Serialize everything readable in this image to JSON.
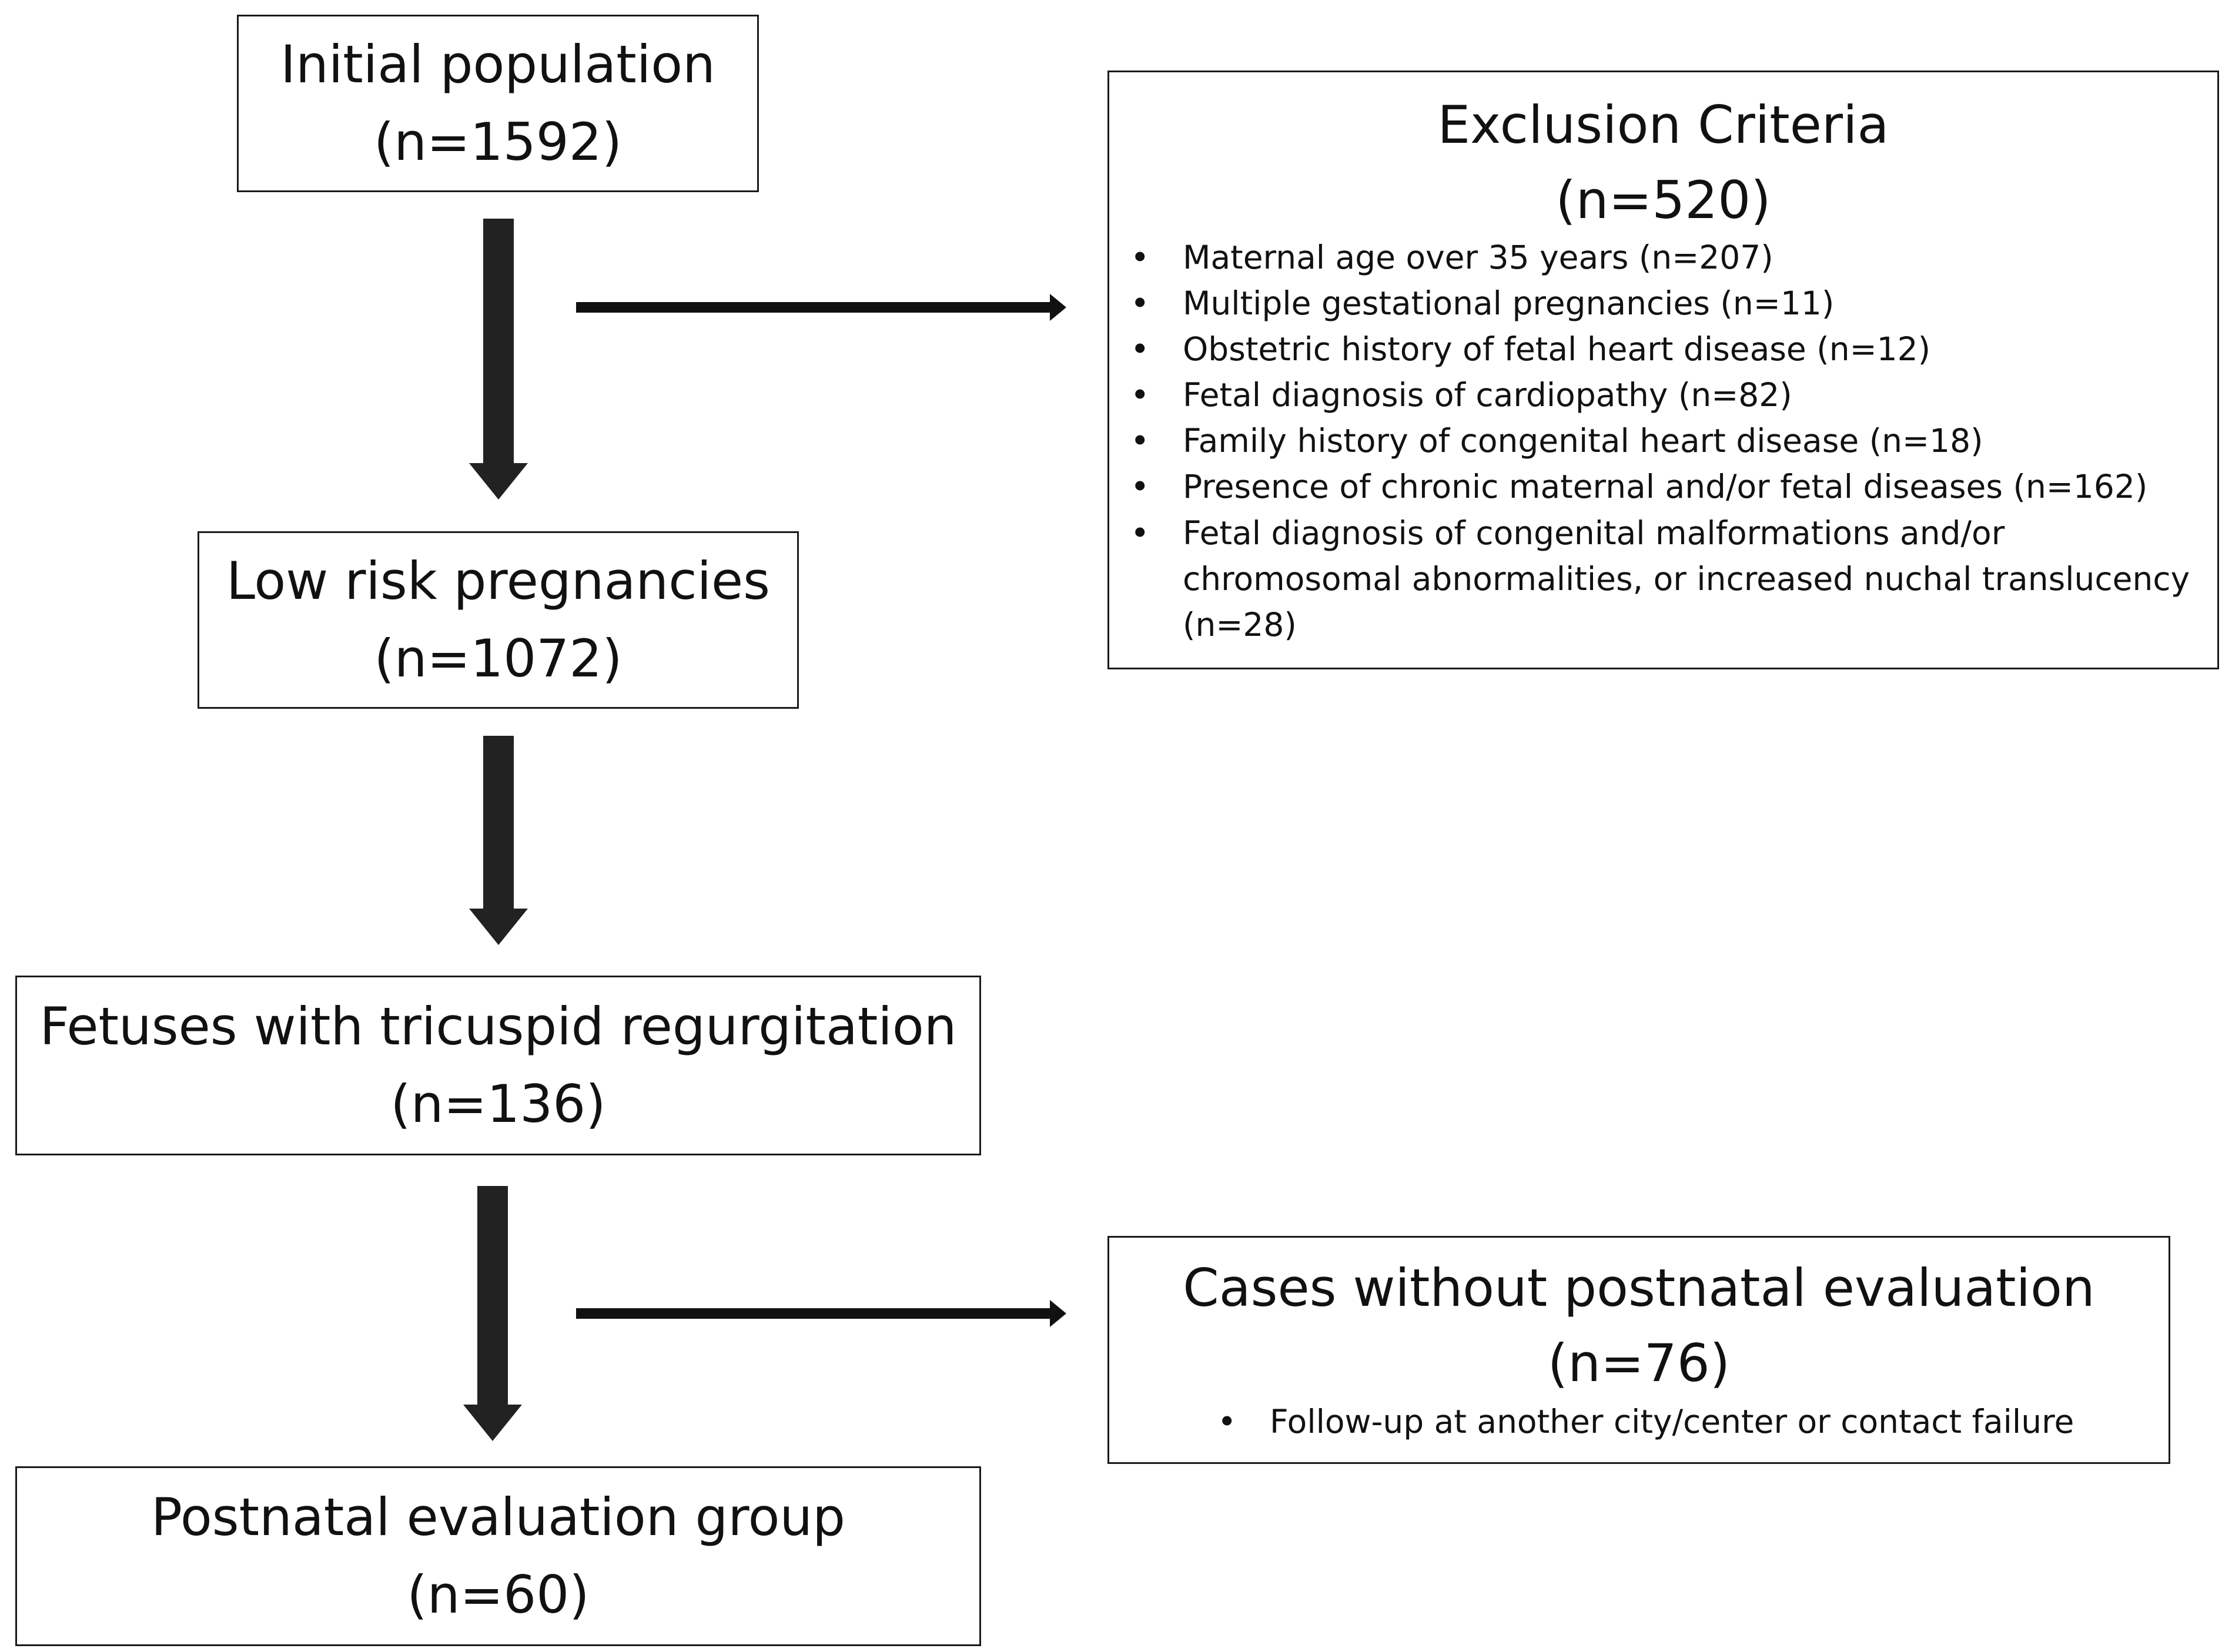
{
  "nodes": {
    "initial": {
      "title": "Initial population",
      "count": "(n=1592)"
    },
    "low_risk": {
      "title": "Low risk pregnancies",
      "count": "(n=1072)"
    },
    "tricuspid": {
      "title": "Fetuses with tricuspid regurgitation",
      "count": "(n=136)"
    },
    "postnatal": {
      "title": "Postnatal evaluation group",
      "count": "(n=60)"
    }
  },
  "exclusion": {
    "title": "Exclusion Criteria",
    "count": "(n=520)",
    "items": [
      "Maternal age over 35 years (n=207)",
      "Multiple gestational pregnancies (n=11)",
      "Obstetric history of fetal heart disease (n=12)",
      "Fetal diagnosis of cardiopathy (n=82)",
      "Family history of congenital heart disease (n=18)",
      "Presence of chronic maternal and/or fetal diseases (n=162)",
      "Fetal diagnosis of congenital malformations and/or chromosomal abnormalities, or increased nuchal translucency (n=28)"
    ]
  },
  "without_postnatal": {
    "title": "Cases without postnatal evaluation",
    "count": "(n=76)",
    "items": [
      "Follow-up at another city/center or contact failure"
    ]
  }
}
